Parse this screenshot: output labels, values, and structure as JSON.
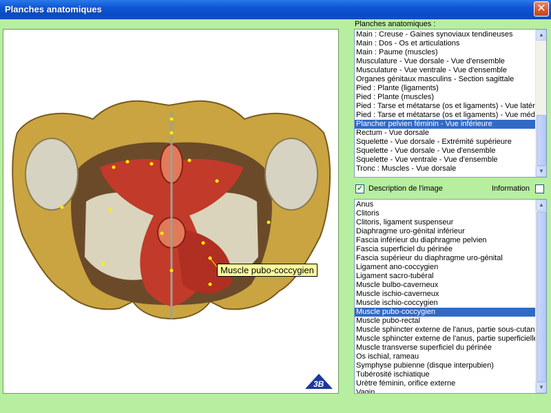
{
  "window": {
    "title": "Planches anatomiques",
    "close_glyph": "✕"
  },
  "image": {
    "tooltip": "Muscle pubo-coccygien",
    "logo_text": "3B"
  },
  "plates": {
    "label": "Planches anatomiques :",
    "items": [
      "Main : Creuse - Gaines synoviaux tendineuses",
      "Main : Dos - Os et articulations",
      "Main : Paume (muscles)",
      "Musculature - Vue dorsale - Vue d'ensemble",
      "Musculature - Vue ventrale - Vue d'ensemble",
      "Organes génitaux masculins - Section sagittale",
      "Pied : Plante (ligaments)",
      "Pied : Plante (muscles)",
      "Pied : Tarse et métatarse (os et ligaments) - Vue latéral",
      "Pied : Tarse et métatarse (os et ligaments) - Vue média",
      "Plancher pelvien féminin - Vue inférieure",
      "Rectum - Vue dorsale",
      "Squelette - Vue dorsale - Extrémité supérieure",
      "Squelette - Vue dorsale - Vue d'ensemble",
      "Squelette - Vue ventrale - Vue d'ensemble",
      "Tronc : Muscles - Vue dorsale"
    ],
    "selected": "Plancher pelvien féminin - Vue inférieure"
  },
  "options": {
    "description_label": "Description de l'image",
    "description_checked": true,
    "information_label": "Information",
    "information_checked": false
  },
  "structures": {
    "items": [
      "Anus",
      "Clitoris",
      "Clitoris, ligament suspenseur",
      "Diaphragme uro-génital inférieur",
      "Fascia inférieur du diaphragme pelvien",
      "Fascia superficiel du périnée",
      "Fascia supérieur du diaphragme uro-génital",
      "Ligament ano-coccygien",
      "Ligament sacro-tubéral",
      "Muscle bulbo-caverneux",
      "Muscle ischio-caverneux",
      "Muscle ischio-coccygien",
      "Muscle pubo-coccygien",
      "Muscle pubo-rectal",
      "Muscle sphincter externe de l'anus, partie sous-cutané",
      "Muscle sphincter externe de l'anus, partie superficielle",
      "Muscle transverse superficiel du périnée",
      "Os ischial, rameau",
      "Symphyse pubienne (disque interpubien)",
      "Tubérosité ischiatique",
      "Urètre féminin, orifice externe",
      "Vagin"
    ],
    "selected": "Muscle pubo-coccygien"
  },
  "colors": {
    "titlebar": "#0e56d6",
    "background": "#b7eea0",
    "selection": "#316ac5",
    "tooltip": "#ffff9e"
  }
}
